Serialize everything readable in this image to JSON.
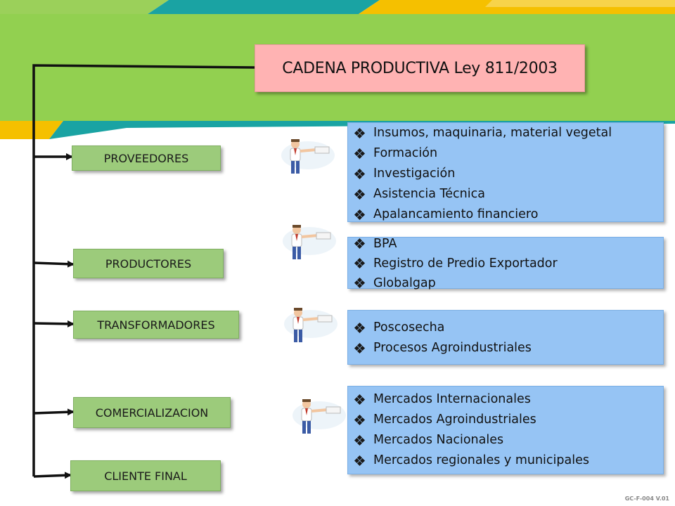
{
  "title": "CADENA  PRODUCTIVA Ley 811/2003",
  "stages": [
    {
      "id": "proveedores",
      "label": "PROVEEDORES"
    },
    {
      "id": "productores",
      "label": "PRODUCTORES"
    },
    {
      "id": "transformadores",
      "label": "TRANSFORMADORES"
    },
    {
      "id": "comercializacion",
      "label": "COMERCIALIZACION"
    },
    {
      "id": "cliente-final",
      "label": "CLIENTE FINAL"
    }
  ],
  "groups": [
    {
      "items": [
        "Insumos, maquinaria, material vegetal",
        "Formación",
        "Investigación",
        "Asistencia Técnica",
        "Apalancamiento financiero"
      ]
    },
    {
      "items": [
        "BPA",
        "Registro de Predio Exportador",
        "Globalgap"
      ]
    },
    {
      "items": [
        "Poscosecha",
        "Procesos Agroindustriales"
      ]
    },
    {
      "items": [
        "Mercados Internacionales",
        "Mercados Agroindustriales",
        "Mercados Nacionales",
        "Mercados regionales  y municipales"
      ]
    }
  ],
  "footer": "GC-F-004 V.01",
  "colors": {
    "banner_green": "#92d050",
    "banner_teal": "#1aa3a3",
    "banner_yellow": "#f5c000",
    "title_box": "#ffb3b3",
    "stage_box": "#9ccb7b",
    "list_box": "#96c4f4"
  }
}
